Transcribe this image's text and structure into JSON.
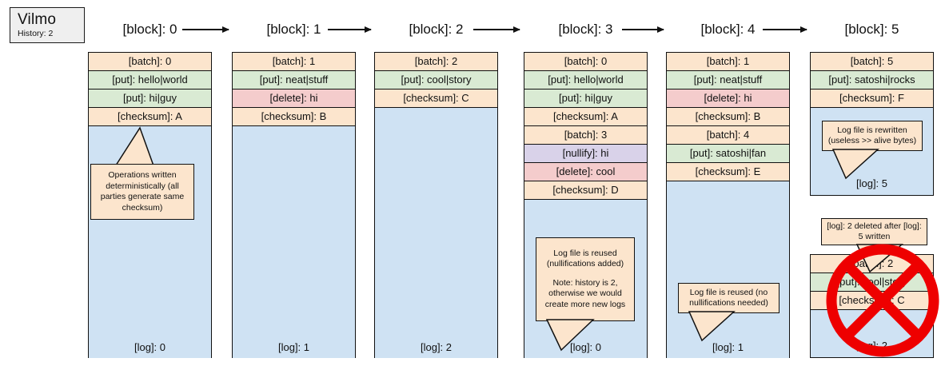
{
  "logo": {
    "title": "Vilmo",
    "subtitle": "History: 2"
  },
  "colors": {
    "batch": "#fce5cd",
    "put": "#d9ead3",
    "delete": "#f4cccc",
    "nullify": "#d9d2e9",
    "checksum": "#fce5cd",
    "log": "#cfe2f3",
    "stroke": "#111111",
    "cross": "#ee0000",
    "logo_bg": "#efefef"
  },
  "blocks": [
    {
      "header": "[block]: 0"
    },
    {
      "header": "[block]: 1"
    },
    {
      "header": "[block]: 2"
    },
    {
      "header": "[block]: 3"
    },
    {
      "header": "[block]: 4"
    },
    {
      "header": "[block]: 5"
    }
  ],
  "columns": [
    {
      "name": "column-block-0",
      "rows": [
        {
          "type": "batch",
          "text": "[batch]: 0"
        },
        {
          "type": "put",
          "text": "[put]: hello|world"
        },
        {
          "type": "put",
          "text": "[put]: hi|guy"
        },
        {
          "type": "checksum",
          "text": "[checksum]: A"
        }
      ],
      "log_label": "[log]: 0",
      "callout": {
        "lines": [
          "Operations written deterministically (all parties generate same checksum)"
        ]
      }
    },
    {
      "name": "column-block-1",
      "rows": [
        {
          "type": "batch",
          "text": "[batch]: 1"
        },
        {
          "type": "put",
          "text": "[put]: neat|stuff"
        },
        {
          "type": "delete",
          "text": "[delete]: hi"
        },
        {
          "type": "checksum",
          "text": "[checksum]: B"
        }
      ],
      "log_label": "[log]: 1",
      "callout": null
    },
    {
      "name": "column-block-2",
      "rows": [
        {
          "type": "batch",
          "text": "[batch]: 2"
        },
        {
          "type": "put",
          "text": "[put]: cool|story"
        },
        {
          "type": "checksum",
          "text": "[checksum]: C"
        }
      ],
      "log_label": "[log]: 2",
      "callout": null
    },
    {
      "name": "column-block-3",
      "rows": [
        {
          "type": "batch",
          "text": "[batch]: 0"
        },
        {
          "type": "put",
          "text": "[put]: hello|world"
        },
        {
          "type": "put",
          "text": "[put]: hi|guy"
        },
        {
          "type": "checksum",
          "text": "[checksum]: A"
        },
        {
          "type": "batch",
          "text": "[batch]: 3"
        },
        {
          "type": "nullify",
          "text": "[nullify]: hi"
        },
        {
          "type": "delete",
          "text": "[delete]: cool"
        },
        {
          "type": "checksum",
          "text": "[checksum]: D"
        }
      ],
      "log_label": "[log]: 0",
      "callout": {
        "lines": [
          "Log file is reused (nullifications added)",
          "Note: history is 2, otherwise we would create more new logs"
        ]
      }
    },
    {
      "name": "column-block-4",
      "rows": [
        {
          "type": "batch",
          "text": "[batch]: 1"
        },
        {
          "type": "put",
          "text": "[put]: neat|stuff"
        },
        {
          "type": "delete",
          "text": "[delete]: hi"
        },
        {
          "type": "checksum",
          "text": "[checksum]: B"
        },
        {
          "type": "batch",
          "text": "[batch]: 4"
        },
        {
          "type": "put",
          "text": "[put]: satoshi|fan"
        },
        {
          "type": "checksum",
          "text": "[checksum]: E"
        }
      ],
      "log_label": "[log]: 1",
      "callout": {
        "lines": [
          "Log file is reused (no nullifications needed)"
        ]
      }
    },
    {
      "name": "column-block-5",
      "rows": [
        {
          "type": "batch",
          "text": "[batch]: 5"
        },
        {
          "type": "put",
          "text": "[put]: satoshi|rocks"
        },
        {
          "type": "checksum",
          "text": "[checksum]: F"
        }
      ],
      "log_label": "[log]: 5",
      "callout": {
        "lines": [
          "Log file is rewritten (useless >> alive bytes)"
        ]
      }
    }
  ],
  "deleted_log": {
    "name": "deleted-log-file",
    "rows": [
      {
        "type": "batch",
        "text": "[batch]: 2"
      },
      {
        "type": "put",
        "text": "[put]: cool|story"
      },
      {
        "type": "checksum",
        "text": "[checksum]: C"
      }
    ],
    "log_label": "[log]: 2",
    "callout": {
      "lines": [
        "[log]: 2 deleted after [log]: 5 written"
      ]
    },
    "cross_icon": "red-cross-out-icon"
  }
}
